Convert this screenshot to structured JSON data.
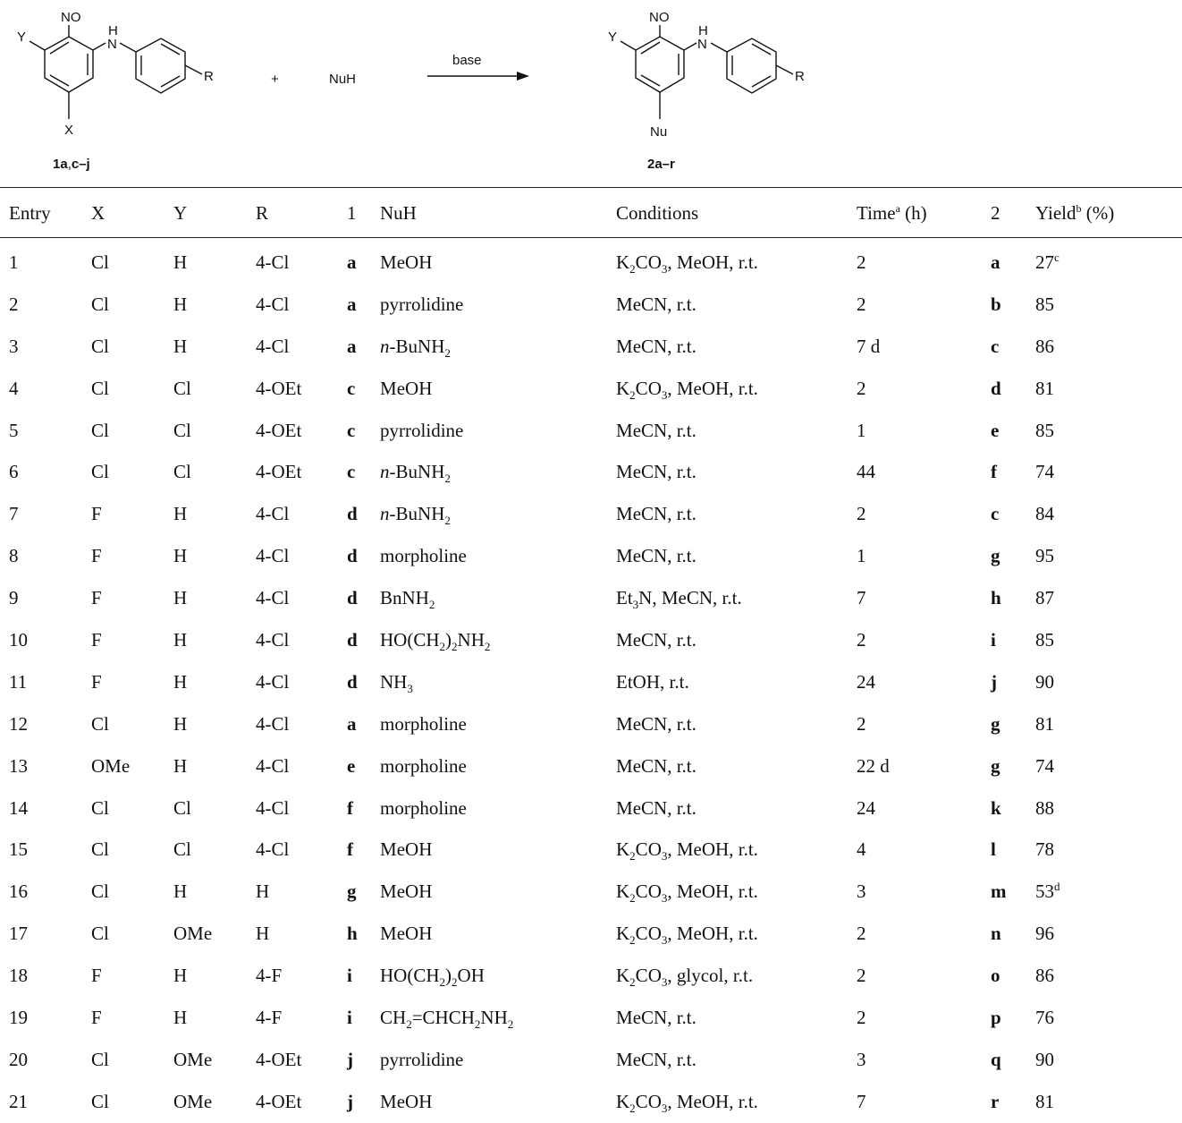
{
  "scheme": {
    "reactant": {
      "substituent_top": "NO",
      "nh_h": "H",
      "nh_n": "N",
      "substituent_y": "Y",
      "substituent_x": "X",
      "substituent_r": "R",
      "label_main": "1a",
      "label_sep": ",",
      "label_range": "c–j"
    },
    "plus": "+",
    "reagent": "NuH",
    "arrow_label": "base",
    "product": {
      "substituent_top": "NO",
      "nh_h": "H",
      "nh_n": "N",
      "substituent_y": "Y",
      "substituent_nu": "Nu",
      "substituent_r": "R",
      "label": "2a–r"
    }
  },
  "table": {
    "headers": {
      "entry": "Entry",
      "x": "X",
      "y": "Y",
      "r": "R",
      "one": "1",
      "nuh": "NuH",
      "conditions": "Conditions",
      "time": "Time",
      "time_sup": "a",
      "time_unit": " (h)",
      "two": "2",
      "yield": "Yield",
      "yield_sup": "b",
      "yield_unit": " (%)"
    },
    "rows": [
      {
        "entry": "1",
        "x": "Cl",
        "y": "H",
        "r": "4-Cl",
        "c1": "a",
        "nuh": "MeOH",
        "cond": "K2CO3, MeOH, r.t.",
        "time": "2",
        "c2": "a",
        "yield": "27",
        "note": "c"
      },
      {
        "entry": "2",
        "x": "Cl",
        "y": "H",
        "r": "4-Cl",
        "c1": "a",
        "nuh": "pyrrolidine",
        "cond": "MeCN, r.t.",
        "time": "2",
        "c2": "b",
        "yield": "85",
        "note": ""
      },
      {
        "entry": "3",
        "x": "Cl",
        "y": "H",
        "r": "4-Cl",
        "c1": "a",
        "nuh": "n-BuNH2",
        "cond": "MeCN, r.t.",
        "time": "7 d",
        "c2": "c",
        "yield": "86",
        "note": ""
      },
      {
        "entry": "4",
        "x": "Cl",
        "y": "Cl",
        "r": "4-OEt",
        "c1": "c",
        "nuh": "MeOH",
        "cond": "K2CO3, MeOH, r.t.",
        "time": "2",
        "c2": "d",
        "yield": "81",
        "note": ""
      },
      {
        "entry": "5",
        "x": "Cl",
        "y": "Cl",
        "r": "4-OEt",
        "c1": "c",
        "nuh": "pyrrolidine",
        "cond": "MeCN, r.t.",
        "time": "1",
        "c2": "e",
        "yield": "85",
        "note": ""
      },
      {
        "entry": "6",
        "x": "Cl",
        "y": "Cl",
        "r": "4-OEt",
        "c1": "c",
        "nuh": "n-BuNH2",
        "cond": "MeCN, r.t.",
        "time": "44",
        "c2": "f",
        "yield": "74",
        "note": ""
      },
      {
        "entry": "7",
        "x": "F",
        "y": "H",
        "r": "4-Cl",
        "c1": "d",
        "nuh": "n-BuNH2",
        "cond": "MeCN, r.t.",
        "time": "2",
        "c2": "c",
        "yield": "84",
        "note": ""
      },
      {
        "entry": "8",
        "x": "F",
        "y": "H",
        "r": "4-Cl",
        "c1": "d",
        "nuh": "morpholine",
        "cond": "MeCN, r.t.",
        "time": "1",
        "c2": "g",
        "yield": "95",
        "note": ""
      },
      {
        "entry": "9",
        "x": "F",
        "y": "H",
        "r": "4-Cl",
        "c1": "d",
        "nuh": "BnNH2",
        "cond": "Et3N, MeCN, r.t.",
        "time": "7",
        "c2": "h",
        "yield": "87",
        "note": ""
      },
      {
        "entry": "10",
        "x": "F",
        "y": "H",
        "r": "4-Cl",
        "c1": "d",
        "nuh": "HO(CH2)2NH2",
        "cond": "MeCN, r.t.",
        "time": "2",
        "c2": "i",
        "yield": "85",
        "note": ""
      },
      {
        "entry": "11",
        "x": "F",
        "y": "H",
        "r": "4-Cl",
        "c1": "d",
        "nuh": "NH3",
        "cond": "EtOH, r.t.",
        "time": "24",
        "c2": "j",
        "yield": "90",
        "note": ""
      },
      {
        "entry": "12",
        "x": "Cl",
        "y": "H",
        "r": "4-Cl",
        "c1": "a",
        "nuh": "morpholine",
        "cond": "MeCN, r.t.",
        "time": "2",
        "c2": "g",
        "yield": "81",
        "note": ""
      },
      {
        "entry": "13",
        "x": "OMe",
        "y": "H",
        "r": "4-Cl",
        "c1": "e",
        "nuh": "morpholine",
        "cond": "MeCN, r.t.",
        "time": "22 d",
        "c2": "g",
        "yield": "74",
        "note": ""
      },
      {
        "entry": "14",
        "x": "Cl",
        "y": "Cl",
        "r": "4-Cl",
        "c1": "f",
        "nuh": "morpholine",
        "cond": "MeCN, r.t.",
        "time": "24",
        "c2": "k",
        "yield": "88",
        "note": ""
      },
      {
        "entry": "15",
        "x": "Cl",
        "y": "Cl",
        "r": "4-Cl",
        "c1": "f",
        "nuh": "MeOH",
        "cond": "K2CO3, MeOH, r.t.",
        "time": "4",
        "c2": "l",
        "yield": "78",
        "note": ""
      },
      {
        "entry": "16",
        "x": "Cl",
        "y": "H",
        "r": "H",
        "c1": "g",
        "nuh": "MeOH",
        "cond": "K2CO3, MeOH, r.t.",
        "time": "3",
        "c2": "m",
        "yield": "53",
        "note": "d"
      },
      {
        "entry": "17",
        "x": "Cl",
        "y": "OMe",
        "r": "H",
        "c1": "h",
        "nuh": "MeOH",
        "cond": "K2CO3, MeOH, r.t.",
        "time": "2",
        "c2": "n",
        "yield": "96",
        "note": ""
      },
      {
        "entry": "18",
        "x": "F",
        "y": "H",
        "r": "4-F",
        "c1": "i",
        "nuh": "HO(CH2)2OH",
        "cond": "K2CO3, glycol, r.t.",
        "time": "2",
        "c2": "o",
        "yield": "86",
        "note": ""
      },
      {
        "entry": "19",
        "x": "F",
        "y": "H",
        "r": "4-F",
        "c1": "i",
        "nuh": "CH2=CHCH2NH2",
        "cond": "MeCN, r.t.",
        "time": "2",
        "c2": "p",
        "yield": "76",
        "note": ""
      },
      {
        "entry": "20",
        "x": "Cl",
        "y": "OMe",
        "r": "4-OEt",
        "c1": "j",
        "nuh": "pyrrolidine",
        "cond": "MeCN, r.t.",
        "time": "3",
        "c2": "q",
        "yield": "90",
        "note": ""
      },
      {
        "entry": "21",
        "x": "Cl",
        "y": "OMe",
        "r": "4-OEt",
        "c1": "j",
        "nuh": "MeOH",
        "cond": "K2CO3, MeOH, r.t.",
        "time": "7",
        "c2": "r",
        "yield": "81",
        "note": ""
      }
    ]
  }
}
